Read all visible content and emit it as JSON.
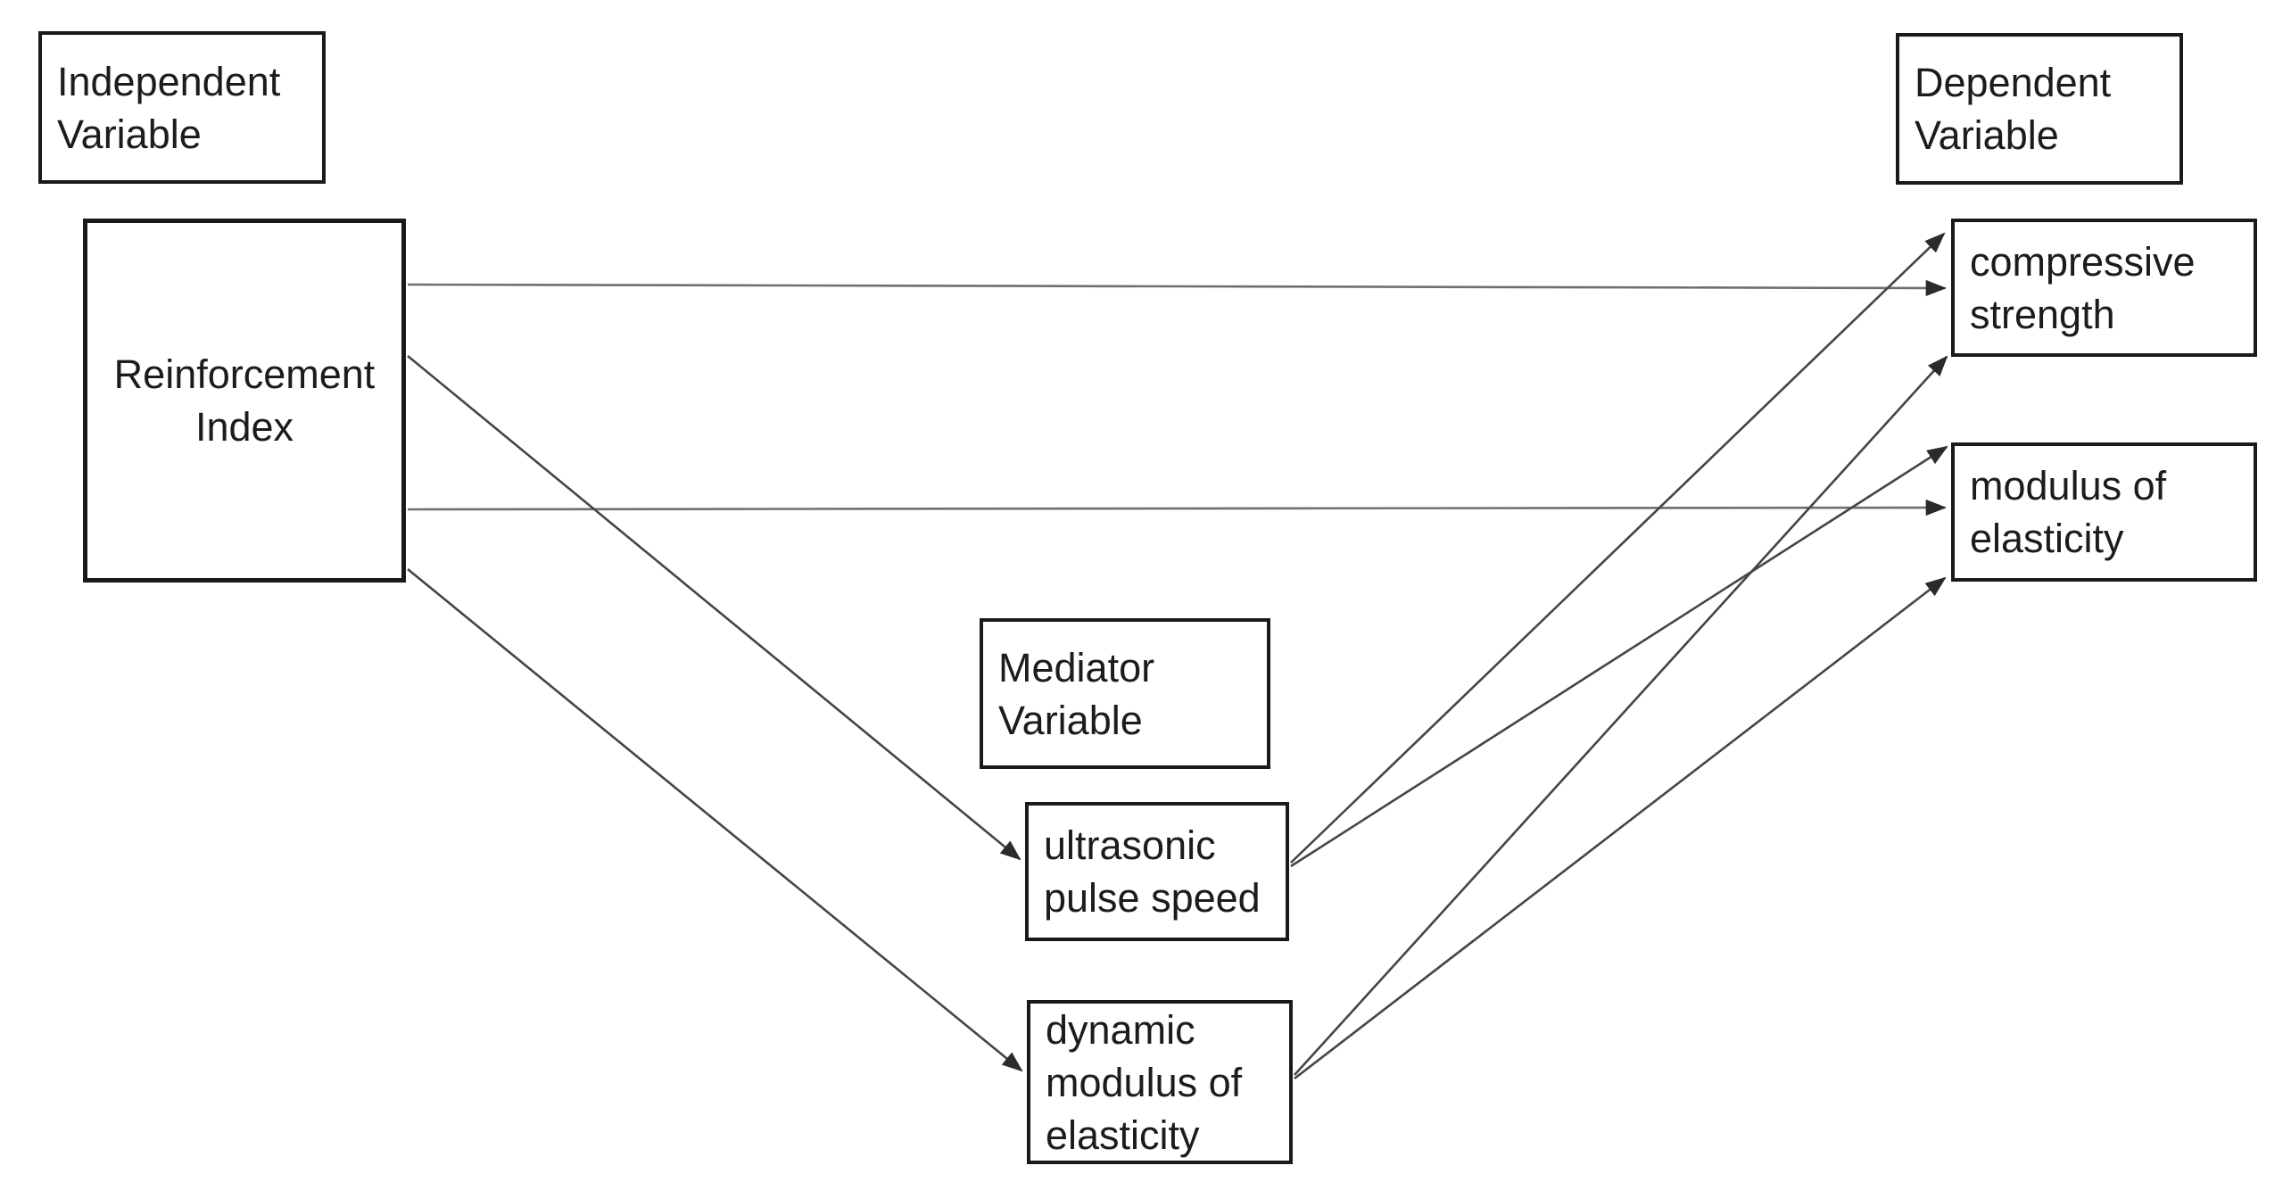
{
  "diagram": {
    "title": "",
    "background_color": "#ffffff",
    "colors": {
      "box_border": "#1a1a1a",
      "text": "#1c1c1c",
      "horizontal_arrow": "#6f6f6f",
      "diagonal_arrow": "#454545",
      "arrowhead": "#2b2b2b"
    },
    "nodes": [
      {
        "id": "independent-variable-label",
        "lines": [
          "Independent",
          "Variable"
        ]
      },
      {
        "id": "reinforcement-index",
        "lines": [
          "Reinforcement",
          "Index"
        ]
      },
      {
        "id": "dependent-variable-label",
        "lines": [
          "Dependent",
          "Variable"
        ]
      },
      {
        "id": "compressive-strength",
        "lines": [
          "compressive",
          "strength"
        ]
      },
      {
        "id": "modulus-of-elasticity",
        "lines": [
          "modulus of",
          "elasticity"
        ]
      },
      {
        "id": "mediator-variable-label",
        "lines": [
          "Mediator",
          "Variable"
        ]
      },
      {
        "id": "ultrasonic-pulse-speed",
        "lines": [
          "ultrasonic",
          "pulse speed"
        ]
      },
      {
        "id": "dynamic-modulus-of-elasticity",
        "lines": [
          "dynamic",
          "modulus of",
          "elasticity"
        ]
      }
    ],
    "edges": [
      {
        "from": "reinforcement-index",
        "to": "compressive-strength"
      },
      {
        "from": "reinforcement-index",
        "to": "ultrasonic-pulse-speed"
      },
      {
        "from": "reinforcement-index",
        "to": "modulus-of-elasticity"
      },
      {
        "from": "reinforcement-index",
        "to": "dynamic-modulus-of-elasticity"
      },
      {
        "from": "ultrasonic-pulse-speed",
        "to": "compressive-strength"
      },
      {
        "from": "ultrasonic-pulse-speed",
        "to": "modulus-of-elasticity"
      },
      {
        "from": "dynamic-modulus-of-elasticity",
        "to": "compressive-strength"
      },
      {
        "from": "dynamic-modulus-of-elasticity",
        "to": "modulus-of-elasticity"
      }
    ]
  }
}
